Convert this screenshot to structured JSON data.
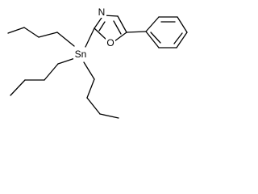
{
  "structure": {
    "atoms": {
      "sn": "Sn",
      "n": "N",
      "o": "O"
    },
    "colors": {
      "bond": "#000000",
      "label": "#000000",
      "background": "#ffffff"
    }
  }
}
